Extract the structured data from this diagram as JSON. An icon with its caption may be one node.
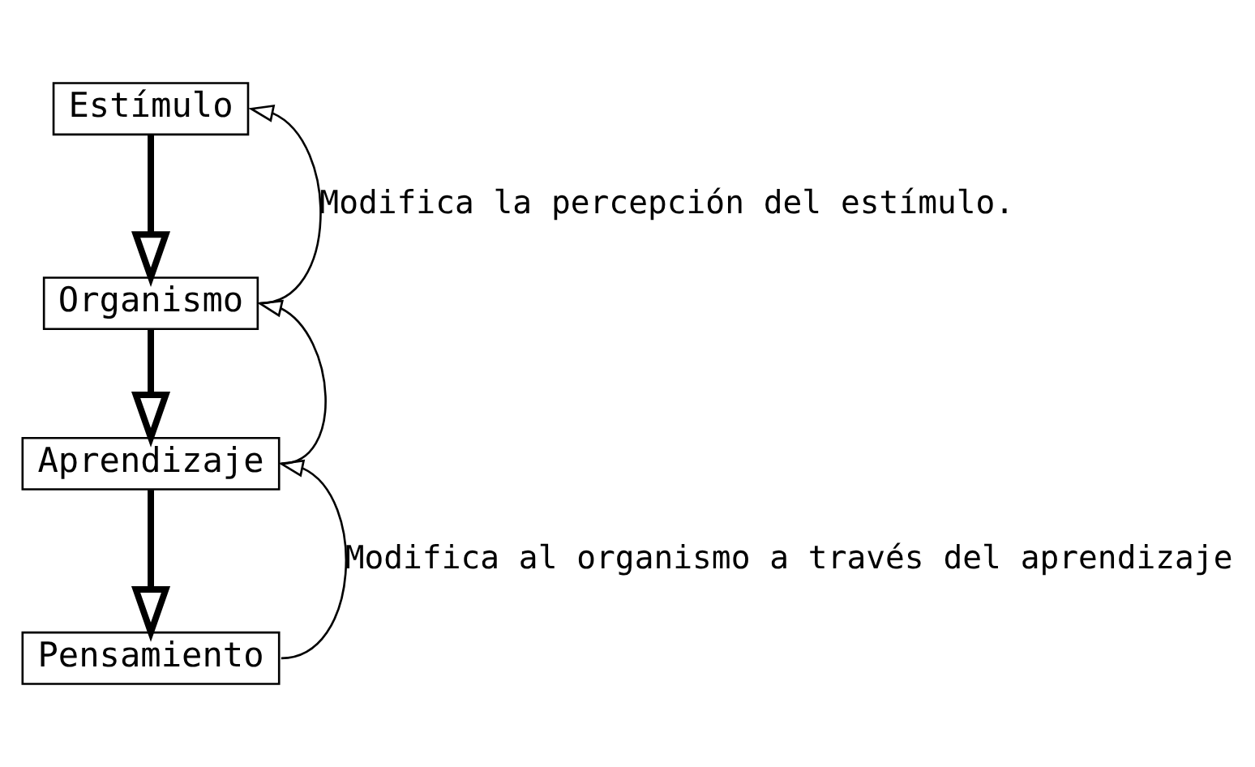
{
  "diagram": {
    "nodes": [
      {
        "text": [
          "Estímulo"
        ]
      },
      {
        "text": [
          "Organismo"
        ]
      },
      {
        "text": [
          "Aprendizaje"
        ]
      },
      {
        "text": [
          "Pensamiento"
        ]
      }
    ],
    "edges": [
      {
        "from": 0,
        "to": 1,
        "arrow": "to",
        "style": "thick"
      },
      {
        "from": 1,
        "to": 2,
        "arrow": "to",
        "style": "thick"
      },
      {
        "from": 2,
        "to": 3,
        "arrow": "to",
        "style": "thick"
      },
      {
        "from": 1,
        "to": 0,
        "arrow": "to",
        "label": "Modifica la percepción del estímulo."
      },
      {
        "from": 2,
        "to": 1,
        "arrow": "to"
      },
      {
        "from": 3,
        "to": 2,
        "arrow": "to",
        "label": "Modifica al organismo a través del aprendizaje"
      }
    ]
  }
}
